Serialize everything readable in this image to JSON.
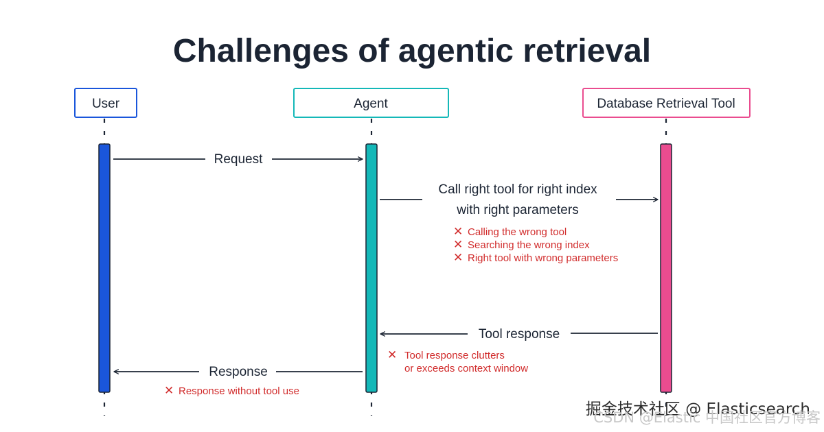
{
  "title": "Challenges of agentic retrieval",
  "actors": {
    "user": {
      "label": "User"
    },
    "agent": {
      "label": "Agent"
    },
    "tool": {
      "label": "Database Retrieval Tool"
    }
  },
  "messages": {
    "request": {
      "label": "Request"
    },
    "call": {
      "line1": "Call right tool for right index",
      "line2": "with right parameters"
    },
    "tool_response": {
      "label": "Tool response"
    },
    "response": {
      "label": "Response"
    }
  },
  "issues": {
    "call": [
      "Calling the wrong tool",
      "Searching the wrong index",
      "Right tool with wrong parameters"
    ],
    "tool_response": [
      "Tool response clutters",
      "or exceeds context window"
    ],
    "response": [
      "Response without tool use"
    ]
  },
  "issue_marker": "✕",
  "colors": {
    "user": "#1a56db",
    "agent": "#14b8b8",
    "tool": "#ea4c8f",
    "text": "#1b2433",
    "issue": "#d12c2c"
  },
  "watermark": {
    "line1": "掘金技术社区 @ Elasticsearch",
    "line2": "CSDN @Elastic 中国社区官方博客"
  }
}
